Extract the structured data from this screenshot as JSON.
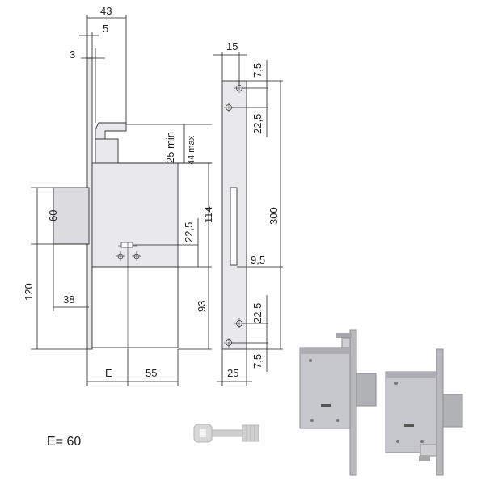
{
  "dimensions": {
    "top_43": "43",
    "top_5": "5",
    "top_3": "3",
    "min_25": "25 min",
    "max_44": "44 max",
    "left_60": "60",
    "left_120": "120",
    "left_38": "38",
    "mid_22_5": "22,5",
    "mid_114": "114",
    "mid_93": "93",
    "bottom_E": "E",
    "bottom_55": "55",
    "plate_15": "15",
    "plate_7_5_top": "7,5",
    "plate_22_5_top": "22,5",
    "plate_300": "300",
    "plate_9_5": "9,5",
    "plate_22_5_bottom": "22,5",
    "plate_7_5_bottom": "7,5",
    "plate_25": "25"
  },
  "note": "E= 60"
}
